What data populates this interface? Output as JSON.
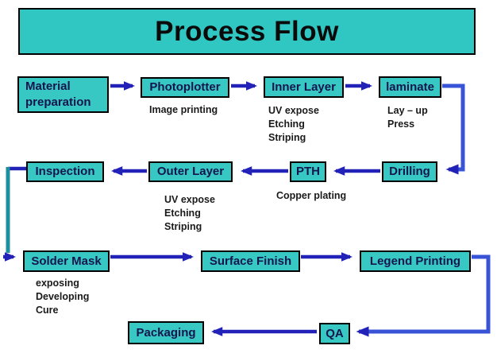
{
  "title": "Process Flow",
  "colors": {
    "background": "#FFFFFF",
    "box_fill": "#38C8C4",
    "title_fill": "#30C7C3",
    "box_border": "#000000",
    "box_text": "#15154E",
    "title_text": "#0A0A0A",
    "note_text": "#1A1A1A",
    "arrow_blue": "#2222B8",
    "elbow_blue": "#3853D6",
    "connector_teal": "#1E8F9E"
  },
  "nodes": [
    {
      "label": "Material preparation"
    },
    {
      "label": "Photoplotter"
    },
    {
      "label": "Inner Layer"
    },
    {
      "label": "laminate"
    },
    {
      "label": "Drilling"
    },
    {
      "label": "PTH"
    },
    {
      "label": "Outer Layer"
    },
    {
      "label": "Inspection"
    },
    {
      "label": "Solder Mask"
    },
    {
      "label": "Surface Finish"
    },
    {
      "label": "Legend Printing"
    },
    {
      "label": "QA"
    },
    {
      "label": "Packaging"
    }
  ],
  "notes": {
    "photoplotter": "Image printing",
    "inner_layer": "UV expose\nEtching\nStriping",
    "laminate": "Lay – up\nPress",
    "pth": "Copper plating",
    "outer_layer": "UV expose\nEtching\nStriping",
    "solder_mask": "exposing\nDeveloping\nCure"
  },
  "edges": [
    {
      "from": "Material preparation",
      "to": "Photoplotter"
    },
    {
      "from": "Photoplotter",
      "to": "Inner Layer"
    },
    {
      "from": "Inner Layer",
      "to": "laminate"
    },
    {
      "from": "laminate",
      "to": "Drilling"
    },
    {
      "from": "Drilling",
      "to": "PTH"
    },
    {
      "from": "PTH",
      "to": "Outer Layer"
    },
    {
      "from": "Outer Layer",
      "to": "Inspection"
    },
    {
      "from": "Inspection",
      "to": "Solder Mask"
    },
    {
      "from": "Solder Mask",
      "to": "Surface Finish"
    },
    {
      "from": "Surface Finish",
      "to": "Legend Printing"
    },
    {
      "from": "Legend Printing",
      "to": "QA"
    },
    {
      "from": "QA",
      "to": "Packaging"
    }
  ]
}
